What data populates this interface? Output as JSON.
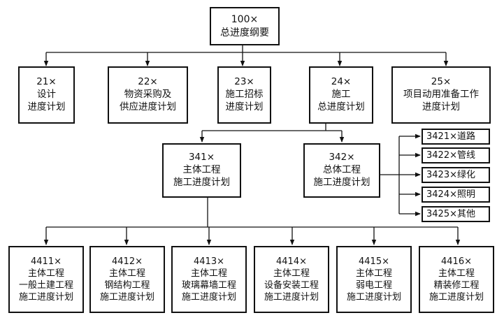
{
  "nodes": {
    "root": [
      "100×",
      "总进度纲要"
    ],
    "n21": [
      "21×",
      "设计",
      "进度计划"
    ],
    "n22": [
      "22×",
      "物资采购及",
      "供应进度计划"
    ],
    "n23": [
      "23×",
      "施工招标",
      "进度计划"
    ],
    "n24": [
      "24×",
      "施工",
      "总进度计划"
    ],
    "n25": [
      "25×",
      "项目动用准备工作",
      "进度计划"
    ],
    "n341": [
      "341×",
      "主体工程",
      "施工进度计划"
    ],
    "n342": [
      "342×",
      "总体工程",
      "施工进度计划"
    ],
    "n3421": [
      "3421×道路"
    ],
    "n3422": [
      "3422×管线"
    ],
    "n3423": [
      "3423×绿化"
    ],
    "n3424": [
      "3424×照明"
    ],
    "n3425": [
      "3425×其他"
    ],
    "n4411": [
      "4411×",
      "主体工程",
      "一般土建工程",
      "施工进度计划"
    ],
    "n4412": [
      "4412×",
      "主体工程",
      "钢结构工程",
      "施工进度计划"
    ],
    "n4413": [
      "4413×",
      "主体工程",
      "玻璃幕墙工程",
      "施工进度计划"
    ],
    "n4414": [
      "4414×",
      "主体工程",
      "设备安装工程",
      "施工进度计划"
    ],
    "n4415": [
      "4415×",
      "主体工程",
      "弱电工程",
      "施工进度计划"
    ],
    "n4416": [
      "4416×",
      "主体工程",
      "精装修工程",
      "施工进度计划"
    ]
  }
}
